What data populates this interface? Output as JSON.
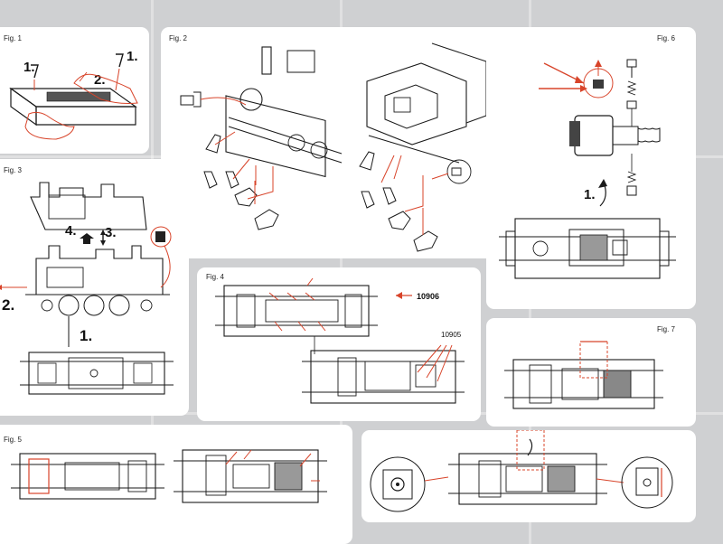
{
  "figures": {
    "fig1": {
      "label": "Fig. 1",
      "step1_left": "1.",
      "step1_right": "1.",
      "step2": "2."
    },
    "fig2": {
      "label": "Fig. 2"
    },
    "fig3": {
      "label": "Fig. 3",
      "step1": "1.",
      "step2": "2.",
      "step3": "3.",
      "step4": "4."
    },
    "fig4": {
      "label": "Fig. 4",
      "part_a": "10906",
      "part_b": "10905"
    },
    "fig5": {
      "label": "Fig. 5"
    },
    "fig6": {
      "label": "Fig. 6",
      "step1": "1."
    },
    "fig7": {
      "label": "Fig. 7"
    }
  },
  "colors": {
    "panel": "#ffffff",
    "background": "#cfd0d2",
    "accent": "#d8442a",
    "line": "#1a1a1a"
  }
}
